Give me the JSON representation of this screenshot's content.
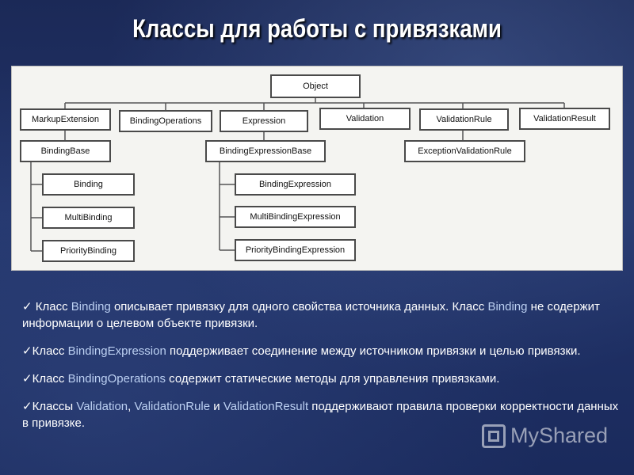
{
  "title": "Классы для работы с привязками",
  "diagram": {
    "nodes": {
      "object": "Object",
      "markup_extension": "MarkupExtension",
      "binding_operations": "BindingOperations",
      "expression": "Expression",
      "validation": "Validation",
      "validation_rule": "ValidationRule",
      "validation_result": "ValidationResult",
      "binding_base": "BindingBase",
      "binding_expression_base": "BindingExpressionBase",
      "exception_validation_rule": "ExceptionValidationRule",
      "binding": "Binding",
      "multi_binding": "MultiBinding",
      "priority_binding": "PriorityBinding",
      "binding_expression": "BindingExpression",
      "multi_binding_expression": "MultiBindingExpression",
      "priority_binding_expression": "PriorityBindingExpression"
    }
  },
  "bullets": [
    {
      "check": "✓",
      "p1": " Класс ",
      "c1": "Binding",
      "p2": " описывает привязку для одного свойства источника данных. Класс ",
      "c2": "Binding",
      "p3": " не содержит информации о целевом объекте привязки."
    },
    {
      "check": "✓",
      "p1": "Класс ",
      "c1": "BindingExpression",
      "p2": " поддерживает соединение между источником привязки и целью привязки."
    },
    {
      "check": "✓",
      "p1": "Класс ",
      "c1": "BindingOperations",
      "p2": " содержит статические методы для управления привязками."
    },
    {
      "check": "✓",
      "p1": "Классы ",
      "c1": "Validation",
      "p2": ", ",
      "c2": "ValidationRule",
      "p3": " и ",
      "c3": "ValidationResult",
      "p4": " поддерживают правила проверки корректности данных в привязке."
    }
  ],
  "watermark": {
    "text": "MyShared",
    "icon": "myshared-logo-icon"
  }
}
